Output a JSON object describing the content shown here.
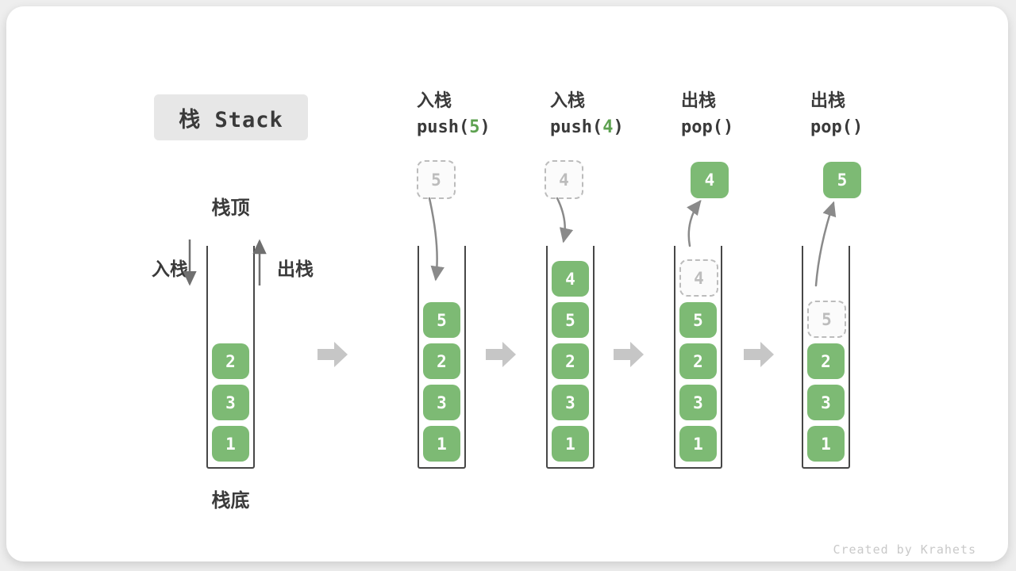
{
  "title": "栈 Stack",
  "watermark": "Created by Krahets",
  "colors": {
    "cell_green": "#7dba74",
    "code_arg_green": "#5da150",
    "container_line": "#474747",
    "ghost_gray": "#bcbcbc",
    "block_arrow_gray": "#c6c6c6",
    "curve_arrow_gray": "#8a8a8a",
    "title_bg": "#e7e7e7"
  },
  "stack1": {
    "top_label": "栈顶",
    "bottom_label": "栈底",
    "push_label": "入栈",
    "pop_label": "出栈",
    "cells": [
      "2",
      "3",
      "1"
    ]
  },
  "col2": {
    "op": "入栈",
    "code_pre": "push(",
    "code_arg": "5",
    "code_suf": ")",
    "ghost": "5",
    "cells": [
      "5",
      "2",
      "3",
      "1"
    ]
  },
  "col3": {
    "op": "入栈",
    "code_pre": "push(",
    "code_arg": "4",
    "code_suf": ")",
    "ghost": "4",
    "cells": [
      "4",
      "5",
      "2",
      "3",
      "1"
    ]
  },
  "col4": {
    "op": "出栈",
    "code_pre": "pop(",
    "code_arg": "",
    "code_suf": ")",
    "popped": "4",
    "ghost": "4",
    "cells": [
      "5",
      "2",
      "3",
      "1"
    ]
  },
  "col5": {
    "op": "出栈",
    "code_pre": "pop(",
    "code_arg": "",
    "code_suf": ")",
    "popped": "5",
    "ghost": "5",
    "cells": [
      "2",
      "3",
      "1"
    ]
  }
}
